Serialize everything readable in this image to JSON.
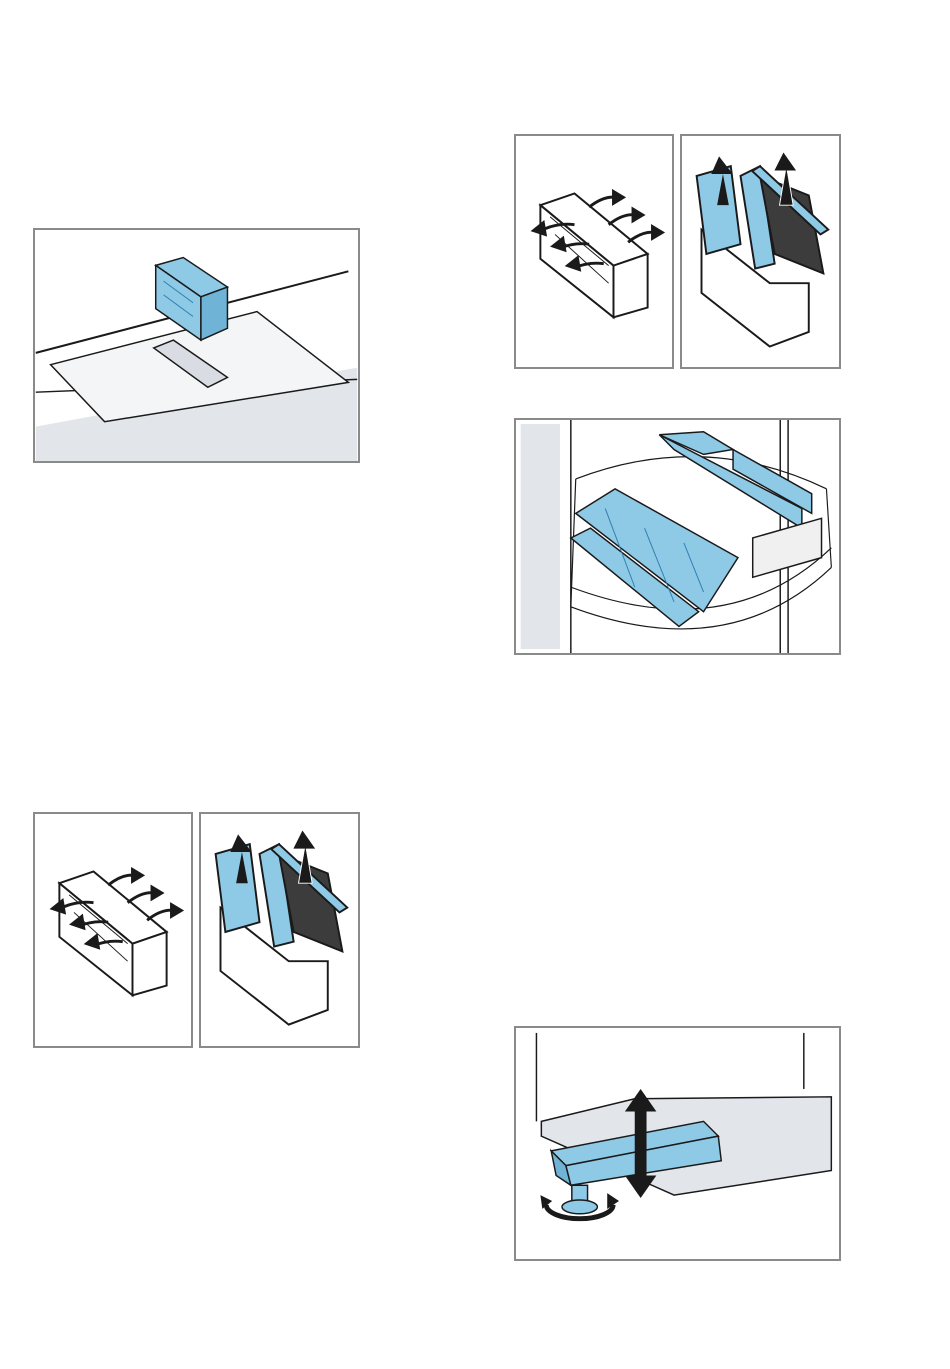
{
  "colors": {
    "frame": "#8a8a8a",
    "filter_blue": "#8ec9e6",
    "filter_blue_dark": "#2f7fb0",
    "grey_panel": "#e2e5ea",
    "line": "#1a1a1a"
  },
  "figures": [
    {
      "id": "filter-on-rail",
      "icon": "filter-insert-illustration"
    },
    {
      "id": "filter-open-arrows-top",
      "icon": "filter-unlock-illustration"
    },
    {
      "id": "filter-lift-top",
      "icon": "filter-removal-illustration"
    },
    {
      "id": "dishwasher-rack",
      "icon": "filters-in-dishwasher-illustration"
    },
    {
      "id": "filter-open-arrows-bottom",
      "icon": "filter-unlock-illustration"
    },
    {
      "id": "filter-lift-bottom",
      "icon": "filter-removal-illustration"
    },
    {
      "id": "height-adjust-foot",
      "icon": "adjustable-foot-illustration"
    }
  ]
}
